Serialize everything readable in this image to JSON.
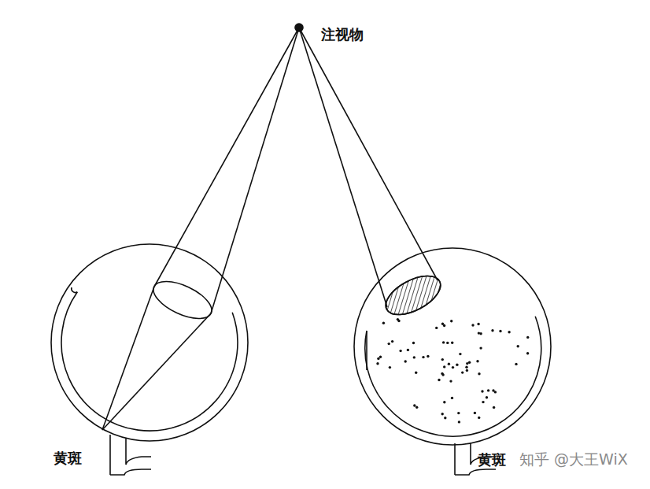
{
  "diagram": {
    "labels": [
      "注视物",
      "黄斑",
      "黄斑",
      "知乎 @大王WiX"
    ]
  }
}
